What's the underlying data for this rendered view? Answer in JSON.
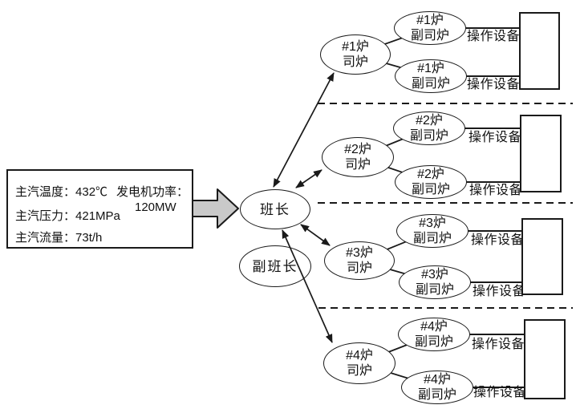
{
  "info_box": {
    "temp_label": "主汽温度：",
    "temp_value": "432℃",
    "power_label": "发电机功率：",
    "power_value": "120MW",
    "pressure_label": "主汽压力：",
    "pressure_value": "421MPa",
    "flow_label": "主汽流量：",
    "flow_value": "73t/h"
  },
  "supervisor": {
    "label": "班长"
  },
  "deputy_supervisor": {
    "label": "副班长"
  },
  "groups": [
    {
      "stoker": {
        "line1": "#1炉",
        "line2": "司炉"
      },
      "assistants": [
        {
          "line1": "#1炉",
          "line2": "副司炉",
          "equipment_label": "操作设备"
        },
        {
          "line1": "#1炉",
          "line2": "副司炉",
          "equipment_label": "操作设备"
        }
      ]
    },
    {
      "stoker": {
        "line1": "#2炉",
        "line2": "司炉"
      },
      "assistants": [
        {
          "line1": "#2炉",
          "line2": "副司炉",
          "equipment_label": "操作设备"
        },
        {
          "line1": "#2炉",
          "line2": "副司炉",
          "equipment_label": "操作设备"
        }
      ]
    },
    {
      "stoker": {
        "line1": "#3炉",
        "line2": "司炉"
      },
      "assistants": [
        {
          "line1": "#3炉",
          "line2": "副司炉",
          "equipment_label": "操作设备"
        },
        {
          "line1": "#3炉",
          "line2": "副司炉",
          "equipment_label": "操作设备"
        }
      ]
    },
    {
      "stoker": {
        "line1": "#4炉",
        "line2": "司炉"
      },
      "assistants": [
        {
          "line1": "#4炉",
          "line2": "副司炉",
          "equipment_label": "操作设备"
        },
        {
          "line1": "#4炉",
          "line2": "副司炉",
          "equipment_label": "操作设备"
        }
      ]
    }
  ],
  "colors": {
    "stroke": "#1a1a1a",
    "block_arrow_fill": "#c9c9c9",
    "background": "#ffffff"
  }
}
